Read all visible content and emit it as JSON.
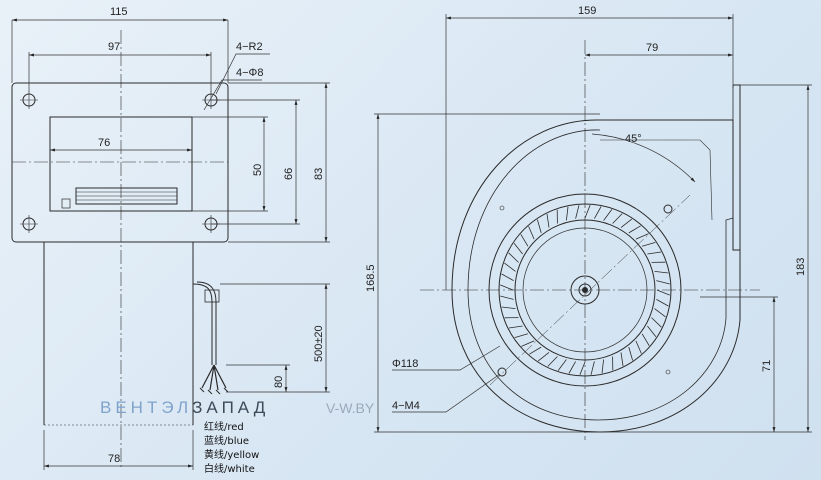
{
  "dimensions": {
    "flange_width": "115",
    "hole_spacing_w": "97",
    "corner_radius": "4−R2",
    "hole_dia": "4−Φ8",
    "outlet_width": "76",
    "outlet_height": "50",
    "hole_spacing_h": "66",
    "flange_height": "83",
    "cable_length": "500±20",
    "strip_length": "80",
    "body_width": "78",
    "total_width": "159",
    "half_width": "79",
    "angle": "45°",
    "total_height": "183",
    "outer_height": "168.5",
    "wheel_dia": "Φ118",
    "screw": "4−M4",
    "center_height": "71"
  },
  "wires": [
    "红线/red",
    "蓝线/blue",
    "黄线/yellow",
    "白线/white"
  ],
  "watermark": {
    "brand_blue": "ВЕНТЭЛ",
    "brand_dark": "ЗАПАД",
    "site": "V-W.BY"
  },
  "colors": {
    "line": "#2a2a2a",
    "dim": "#333333",
    "brand_blue": "#7fa3cc",
    "brand_dark": "#3d4a5a"
  }
}
